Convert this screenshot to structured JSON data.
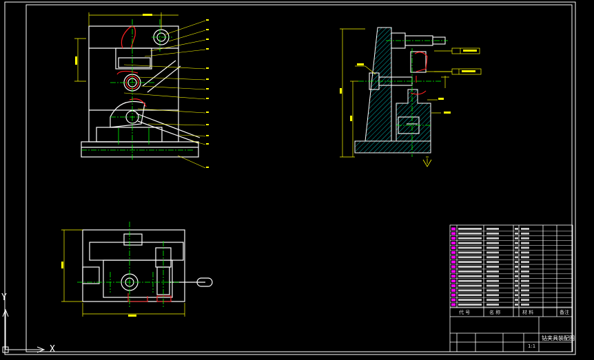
{
  "colors": {
    "background": "#000000",
    "frame": "#ffffff",
    "outline": "#ffffff",
    "dimension": "#ffff00",
    "centerline": "#00ff00",
    "hidden": "#ff0000",
    "hatch": "#00ffff",
    "leader": "#ffff00",
    "partlist_magenta": "#ff00ff",
    "text_block": "#cccccc"
  },
  "ucs": {
    "x_label": "X",
    "y_label": "Y"
  },
  "title_block": {
    "header_code": "代 号",
    "header_name": "名 称",
    "header_material": "材 料",
    "header_remark": "备注",
    "drawing_title": "钻夹具装配图",
    "scale": "1:1"
  },
  "part_list_rows": 17,
  "icons": {
    "ucs": "ucs-axis-icon",
    "surface_finish": "surface-finish-icon"
  }
}
